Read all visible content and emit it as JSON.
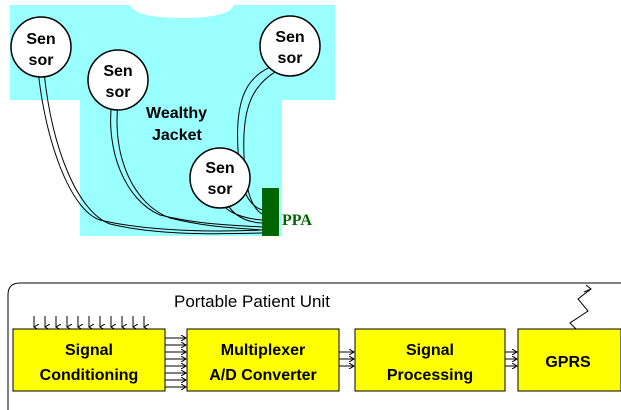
{
  "jacket": {
    "label_line1": "Wealthy",
    "label_line2": "Jacket",
    "color": "#99ffff"
  },
  "sensors": [
    {
      "line1": "Sen",
      "line2": "sor"
    },
    {
      "line1": "Sen",
      "line2": "sor"
    },
    {
      "line1": "Sen",
      "line2": "sor"
    },
    {
      "line1": "Sen",
      "line2": "sor"
    }
  ],
  "ppa": {
    "label": "PPA",
    "color": "#006400"
  },
  "unit": {
    "title": "Portable Patient Unit",
    "blocks": [
      {
        "line1": "Signal",
        "line2": "Conditioning"
      },
      {
        "line1": "Multiplexer",
        "line2": "A/D Converter"
      },
      {
        "line1": "Signal",
        "line2": "Processing"
      },
      {
        "line1": "GPRS",
        "line2": ""
      }
    ],
    "block_color": "#ffff00"
  }
}
